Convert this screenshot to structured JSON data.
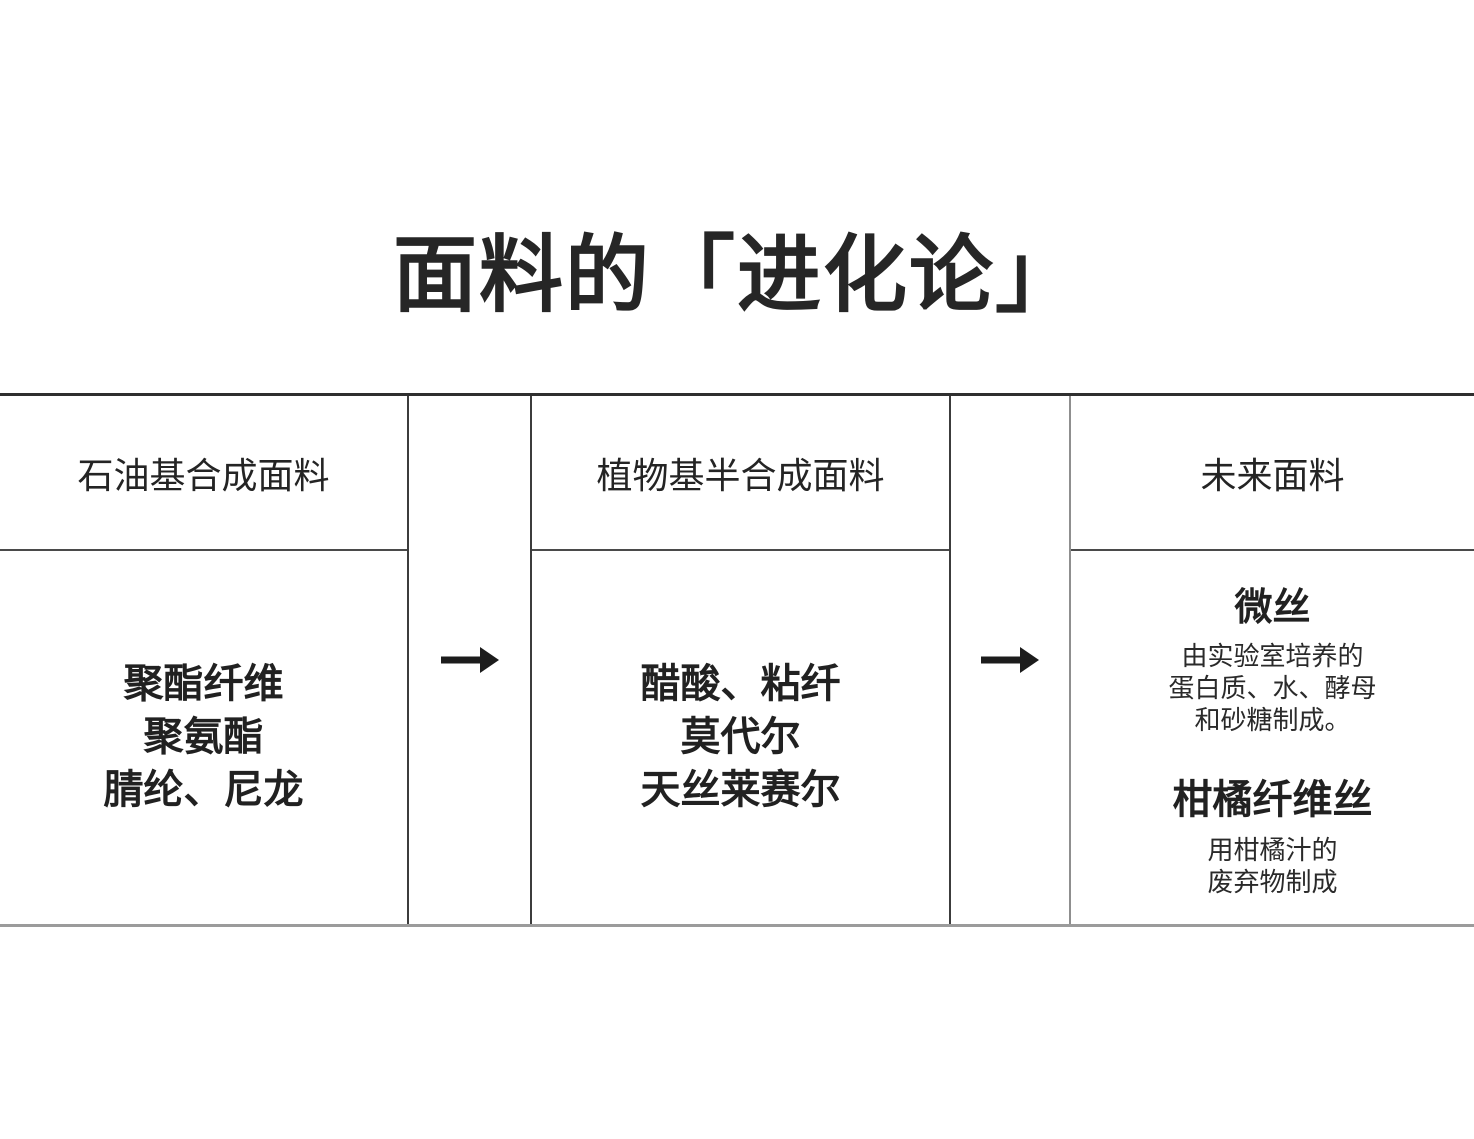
{
  "title": "面料的「进化论」",
  "columns": [
    {
      "header": "石油基合成面料",
      "lines": [
        "聚酯纤维",
        "聚氨酯",
        "腈纶、尼龙"
      ]
    },
    {
      "header": "植物基半合成面料",
      "lines": [
        "醋酸、粘纤",
        "莫代尔",
        "天丝莱赛尔"
      ]
    },
    {
      "header": "未来面料",
      "items": [
        {
          "name": "微丝",
          "desc": [
            "由实验室培养的",
            "蛋白质、水、酵母",
            "和砂糖制成。"
          ]
        },
        {
          "name": "柑橘纤维丝",
          "desc": [
            "用柑橘汁的",
            "废弃物制成"
          ]
        }
      ]
    }
  ],
  "colors": {
    "text": "#212121",
    "border_dark": "#2f2f2f",
    "border_mid": "#4a4a4a",
    "border_light": "#9b9b9b",
    "background": "#ffffff",
    "arrow": "#1c1c1c"
  }
}
